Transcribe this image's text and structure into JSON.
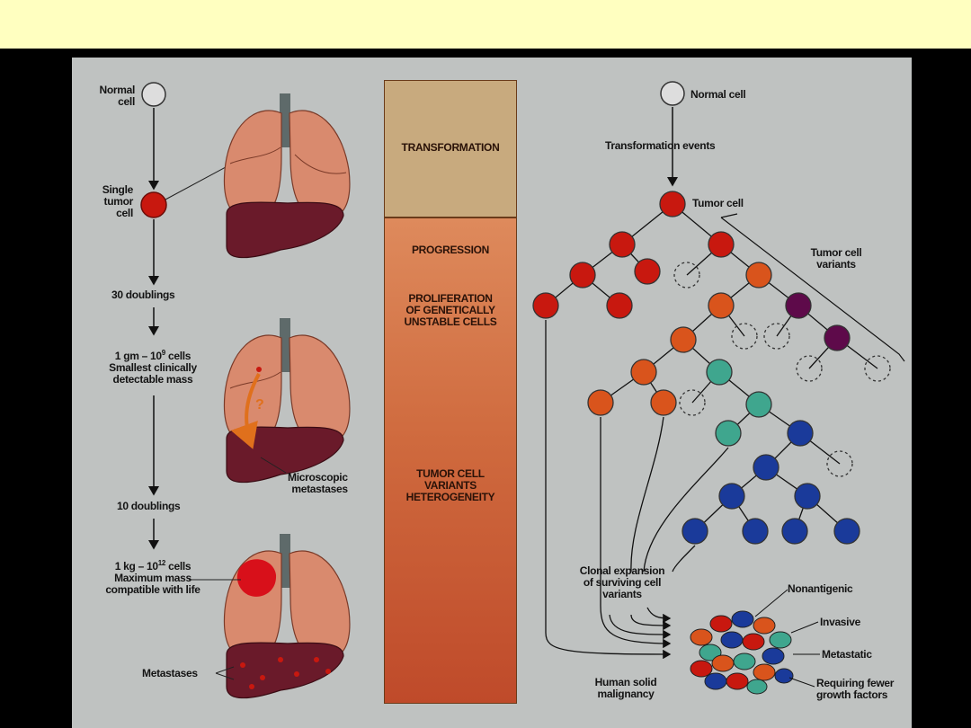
{
  "left": {
    "normal_cell": "Normal\ncell",
    "single_tumor_cell": "Single\ntumor\ncell",
    "doublings_30": "30 doublings",
    "one_gm_line1": "1 gm – 10",
    "one_gm_exp": "9",
    "one_gm_line1_end": " cells",
    "one_gm_line2": "Smallest clinically",
    "one_gm_line3": "detectable mass",
    "microscopic": "Microscopic\nmetastases",
    "question": "?",
    "doublings_10": "10 doublings",
    "one_kg_line1": "1 kg – 10",
    "one_kg_exp": "12",
    "one_kg_line1_end": " cells",
    "one_kg_line2": "Maximum mass",
    "one_kg_line3": "compatible with life",
    "metastases": "Metastases"
  },
  "center": {
    "transformation": "TRANSFORMATION",
    "progression": "PROGRESSION",
    "proliferation": "PROLIFERATION\nOF GENETICALLY\nUNSTABLE CELLS",
    "variants": "TUMOR CELL\nVARIANTS\nHETEROGENEITY"
  },
  "right": {
    "normal_cell": "Normal cell",
    "transformation_events": "Transformation events",
    "tumor_cell": "Tumor cell",
    "tumor_cell_variants": "Tumor cell\nvariants",
    "clonal_expansion": "Clonal expansion\nof surviving cell\nvariants",
    "human_solid": "Human solid\nmalignancy",
    "nonantigenic": "Nonantigenic",
    "invasive": "Invasive",
    "metastatic": "Metastatic",
    "requiring": "Requiring fewer\ngrowth factors"
  },
  "colors": {
    "red": "#c8180f",
    "orange": "#d9541c",
    "teal": "#3fa68e",
    "blue": "#1a3a9a",
    "purple": "#5e0a4a",
    "lung": "#d98a6e",
    "liver": "#6a1a2a"
  }
}
